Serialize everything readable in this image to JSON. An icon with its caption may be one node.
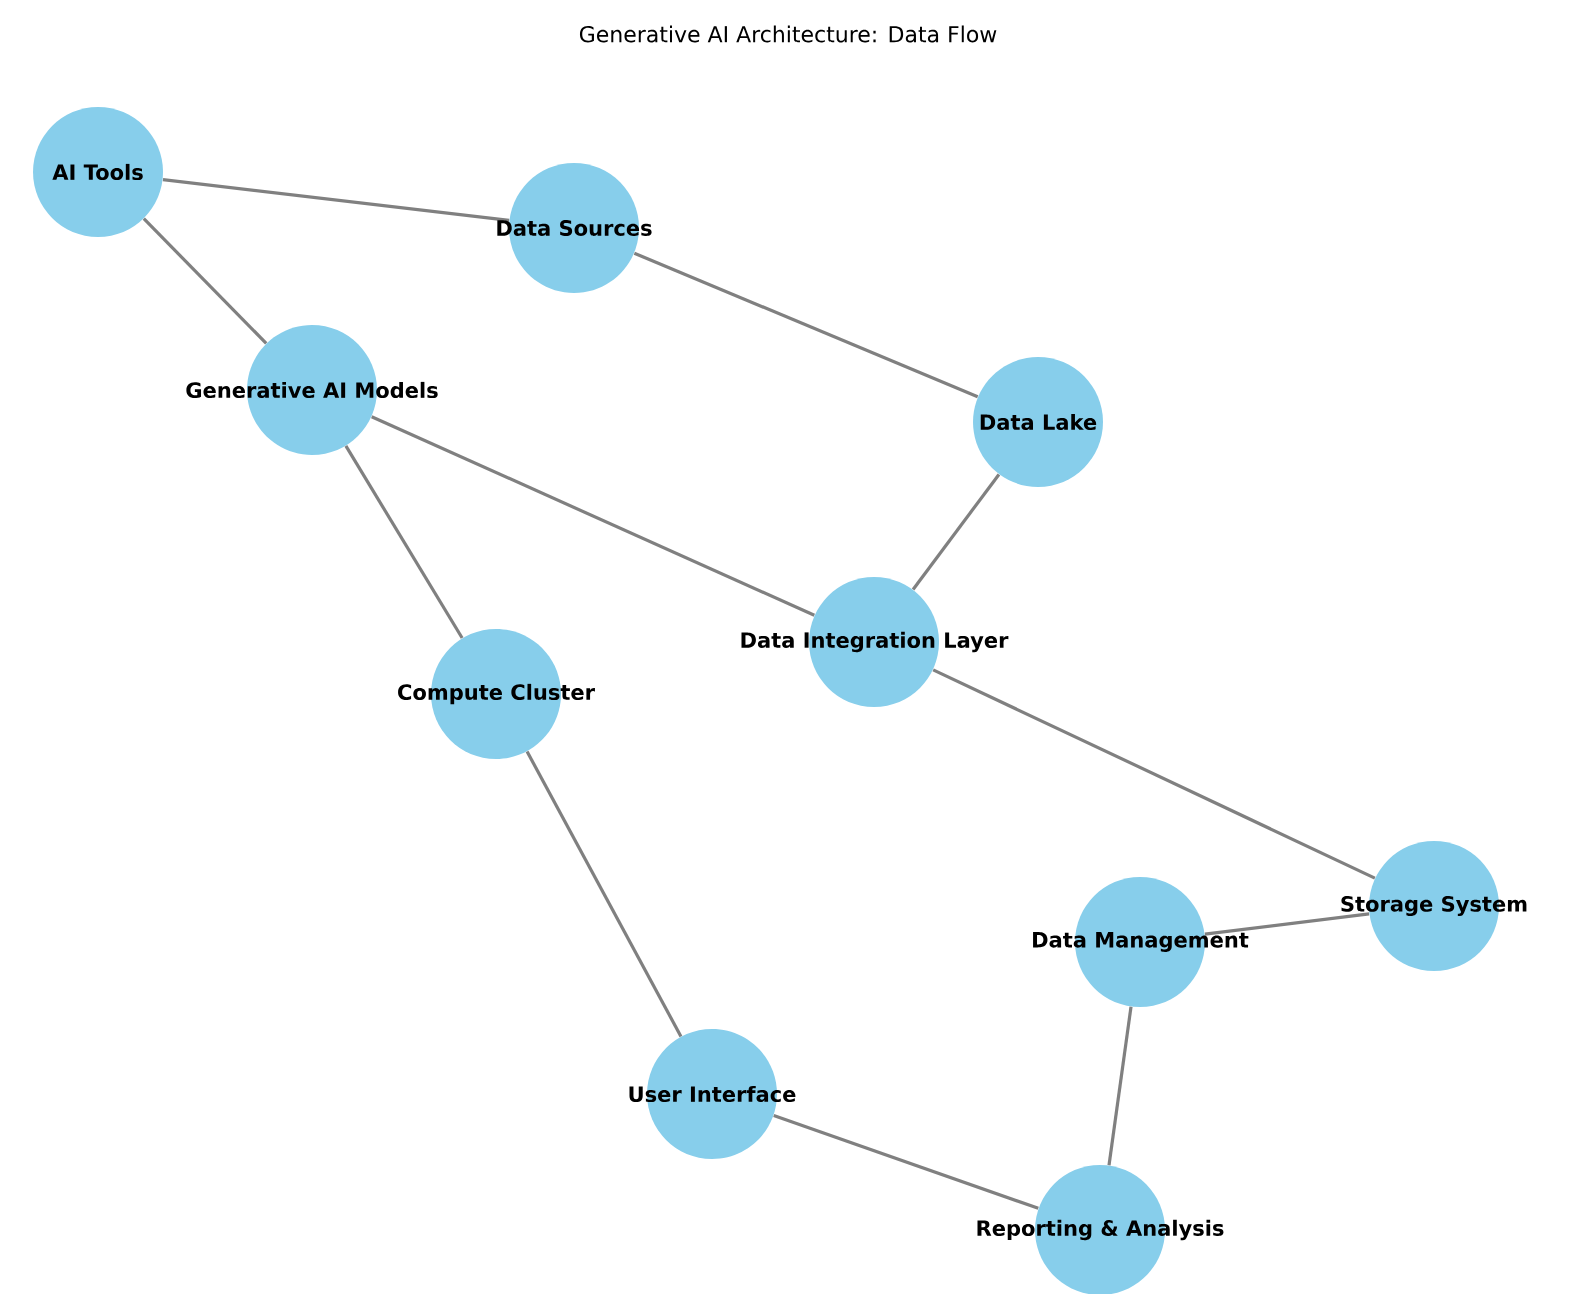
{
  "diagram": {
    "title": "Generative AI Architecture: Data Flow",
    "nodes": [
      {
        "text": [
          "AI Tools"
        ]
      },
      {
        "text": [
          "Data Sources"
        ]
      },
      {
        "text": [
          "Generative AI Models"
        ]
      },
      {
        "text": [
          "Data Lake"
        ]
      },
      {
        "text": [
          "Data Integration Layer"
        ]
      },
      {
        "text": [
          "Compute Cluster"
        ]
      },
      {
        "text": [
          "Storage System"
        ]
      },
      {
        "text": [
          "Data Management"
        ]
      },
      {
        "text": [
          "User Interface"
        ]
      },
      {
        "text": [
          "Reporting & Analysis"
        ]
      }
    ],
    "edges": [
      {
        "from": 0,
        "to": 1,
        "arrow": "none"
      },
      {
        "from": 0,
        "to": 2,
        "arrow": "none"
      },
      {
        "from": 1,
        "to": 3,
        "arrow": "none"
      },
      {
        "from": 2,
        "to": 4,
        "arrow": "none"
      },
      {
        "from": 2,
        "to": 5,
        "arrow": "none"
      },
      {
        "from": 3,
        "to": 4,
        "arrow": "none"
      },
      {
        "from": 4,
        "to": 6,
        "arrow": "none"
      },
      {
        "from": 6,
        "to": 7,
        "arrow": "none"
      },
      {
        "from": 5,
        "to": 8,
        "arrow": "none"
      },
      {
        "from": 8,
        "to": 9,
        "arrow": "none"
      },
      {
        "from": 7,
        "to": 9,
        "arrow": "none"
      }
    ]
  }
}
